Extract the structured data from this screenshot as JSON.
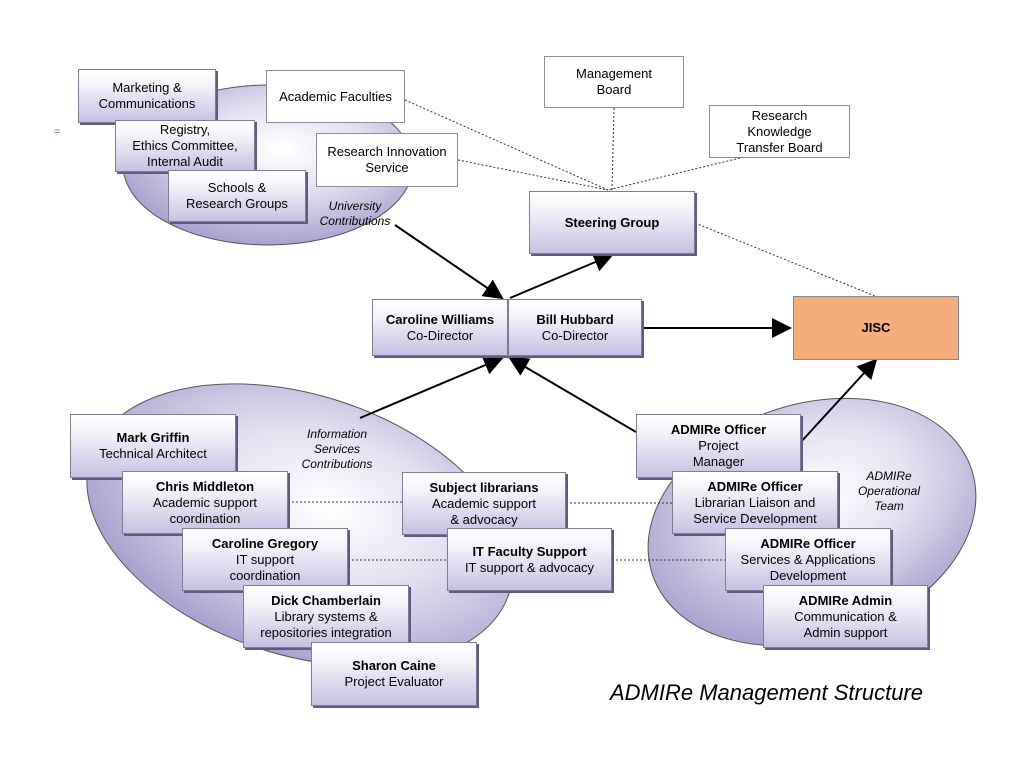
{
  "caption": "ADMIRe Management Structure",
  "groups": {
    "university": "University Contributions",
    "information": "Information Services Contributions",
    "operational": "ADMIRe Operational Team"
  },
  "top": {
    "marketing": [
      "Marketing &",
      "Communications"
    ],
    "registry": [
      "Registry,",
      "Ethics Committee,",
      "Internal Audit"
    ],
    "schools": [
      "Schools &",
      "Research Groups"
    ],
    "faculties": [
      "Academic Faculties"
    ],
    "research_innovation": [
      "Research Innovation",
      "Service"
    ],
    "management_board": [
      "Management",
      "Board"
    ],
    "rktb": [
      "Research",
      "Knowledge",
      "Transfer Board"
    ]
  },
  "center": {
    "steering": "Steering Group",
    "jisc": "JISC",
    "caroline_williams": {
      "name": "Caroline Williams",
      "role": "Co-Director"
    },
    "bill_hubbard": {
      "name": "Bill Hubbard",
      "role": "Co-Director"
    }
  },
  "info_services": [
    {
      "name": "Mark Griffin",
      "role": [
        "Technical Architect"
      ]
    },
    {
      "name": "Chris Middleton",
      "role": [
        "Academic support",
        "coordination"
      ]
    },
    {
      "name": "Caroline Gregory",
      "role": [
        "IT support",
        "coordination"
      ]
    },
    {
      "name": "Dick Chamberlain",
      "role": [
        "Library systems &",
        "repositories integration"
      ]
    },
    {
      "name": "Sharon Caine",
      "role": [
        "Project Evaluator"
      ]
    }
  ],
  "support": [
    {
      "name": "Subject librarians",
      "role": [
        "Academic support",
        "& advocacy"
      ]
    },
    {
      "name": "IT Faculty Support",
      "role": [
        "IT  support & advocacy"
      ]
    }
  ],
  "operational": [
    {
      "name": "ADMIRe Officer",
      "role": [
        "Project",
        "Manager"
      ]
    },
    {
      "name": "ADMIRe Officer",
      "role": [
        "Librarian Liaison and",
        "Service Development"
      ]
    },
    {
      "name": "ADMIRe Officer",
      "role": [
        "Services & Applications",
        "Development"
      ]
    },
    {
      "name": "ADMIRe Admin",
      "role": [
        "Communication &",
        "Admin support"
      ]
    }
  ],
  "stray_mark": "="
}
